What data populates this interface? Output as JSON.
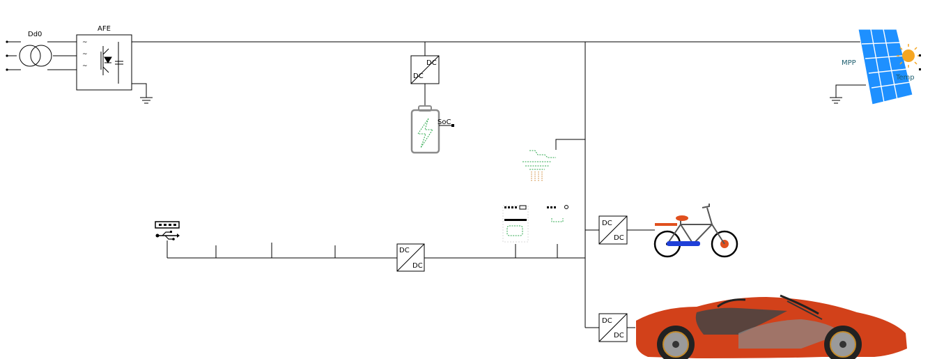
{
  "labels": {
    "transformer": "Dd0",
    "afe": "AFE",
    "converter_top": "DC",
    "converter_bottom": "DC",
    "battery_port": "SoC",
    "pv_mpp": "MPP",
    "pv_temp": "Temp"
  },
  "colors": {
    "wire": "#000000",
    "battery_body": "#8a8a8a",
    "battery_bolt": "#2fa84f",
    "pv_cell": "#1e90ff",
    "pv_text": "#1c5d6e",
    "sun": "#f5a623",
    "heater": "#2fa84f",
    "heat_waves": "#c87a1e",
    "bike_frame": "#555555",
    "bike_battery": "#1f3fd8",
    "bike_accent": "#e0501e",
    "car_body": "#d2411a",
    "car_dark": "#444444"
  },
  "icons": {
    "transformer": "transformer-icon",
    "afe": "igbt-rectifier-icon",
    "battery": "battery-icon",
    "pv": "solar-panel-icon",
    "heater": "heater-icon",
    "usb": "usb-icon",
    "appliance_1": "appliance-icon",
    "appliance_2": "appliance-icon",
    "bike": "e-bike-icon",
    "car": "electric-car-icon",
    "ground": "ground-icon"
  }
}
